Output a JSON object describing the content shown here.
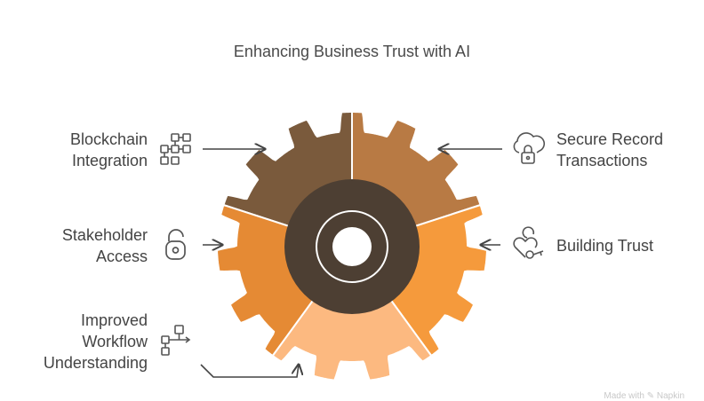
{
  "title": "Enhancing Business Trust with AI",
  "items": {
    "blockchain": {
      "line1": "Blockchain",
      "line2": "Integration",
      "icon": "blockchain-blocks-icon"
    },
    "stakeholder": {
      "line1": "Stakeholder",
      "line2": "Access",
      "icon": "padlock-icon"
    },
    "workflow": {
      "line1": "Improved",
      "line2": "Workflow",
      "line3": "Understanding",
      "icon": "workflow-flowchart-icon"
    },
    "secure": {
      "line1": "Secure Record",
      "line2": "Transactions",
      "icon": "cloud-lock-icon"
    },
    "trust": {
      "line1": "Building Trust",
      "icon": "heart-key-icon"
    }
  },
  "colors": {
    "segment_top_left": "#7a5a3c",
    "segment_top_right": "#b87a44",
    "segment_right": "#f59a3c",
    "segment_bottom": "#fcb980",
    "segment_left": "#e58a34",
    "hub": "#4d3f33",
    "hub_center": "#ffffff",
    "text": "#444444",
    "icon_stroke": "#555555"
  },
  "watermark": "Made with ✎ Napkin"
}
